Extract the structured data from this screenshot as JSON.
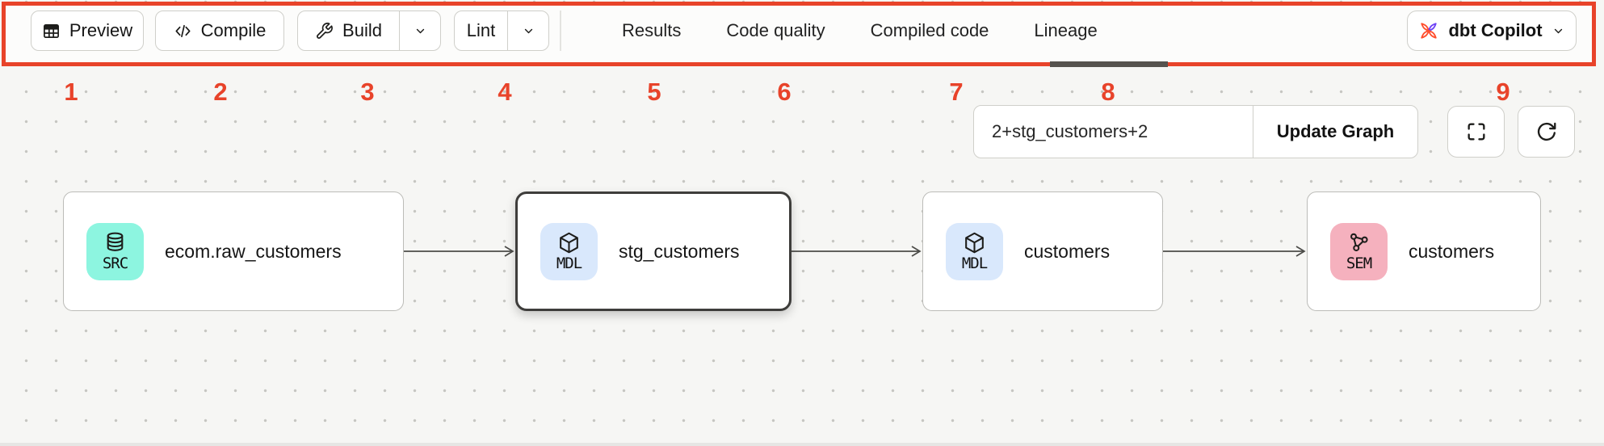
{
  "colors": {
    "annotation_red": "#e8432a",
    "badge_src": "#8df5e0",
    "badge_mdl": "#d9e8fc",
    "badge_sem": "#f5b1be"
  },
  "toolbar": {
    "buttons": [
      {
        "label": "Preview",
        "icon": "table-icon",
        "has_dropdown": false
      },
      {
        "label": "Compile",
        "icon": "code-icon",
        "has_dropdown": false
      },
      {
        "label": "Build",
        "icon": "wrench-icon",
        "has_dropdown": true
      },
      {
        "label": "Lint",
        "icon": null,
        "has_dropdown": true
      }
    ],
    "tabs": [
      {
        "label": "Results",
        "active": false
      },
      {
        "label": "Code quality",
        "active": false
      },
      {
        "label": "Compiled code",
        "active": false
      },
      {
        "label": "Lineage",
        "active": true
      }
    ],
    "copilot_button": {
      "label": "dbt Copilot",
      "icon": "dbt-logo-icon"
    }
  },
  "annotations": {
    "numbers": [
      "1",
      "2",
      "3",
      "4",
      "5",
      "6",
      "7",
      "8",
      "9"
    ]
  },
  "graph_controls": {
    "selector_value": "2+stg_customers+2",
    "update_button_label": "Update Graph",
    "icons": [
      "fullscreen-icon",
      "refresh-icon"
    ]
  },
  "lineage": {
    "nodes": [
      {
        "badge": "SRC",
        "type_icon": "database-icon",
        "label": "ecom.raw_customers",
        "selected": false
      },
      {
        "badge": "MDL",
        "type_icon": "cube-icon",
        "label": "stg_customers",
        "selected": true
      },
      {
        "badge": "MDL",
        "type_icon": "cube-icon",
        "label": "customers",
        "selected": false
      },
      {
        "badge": "SEM",
        "type_icon": "semantic-model-icon",
        "label": "customers",
        "selected": false
      }
    ],
    "edges": [
      {
        "from": "ecom.raw_customers",
        "to": "stg_customers"
      },
      {
        "from": "stg_customers",
        "to": "customers"
      },
      {
        "from": "customers",
        "to": "customers"
      }
    ]
  }
}
